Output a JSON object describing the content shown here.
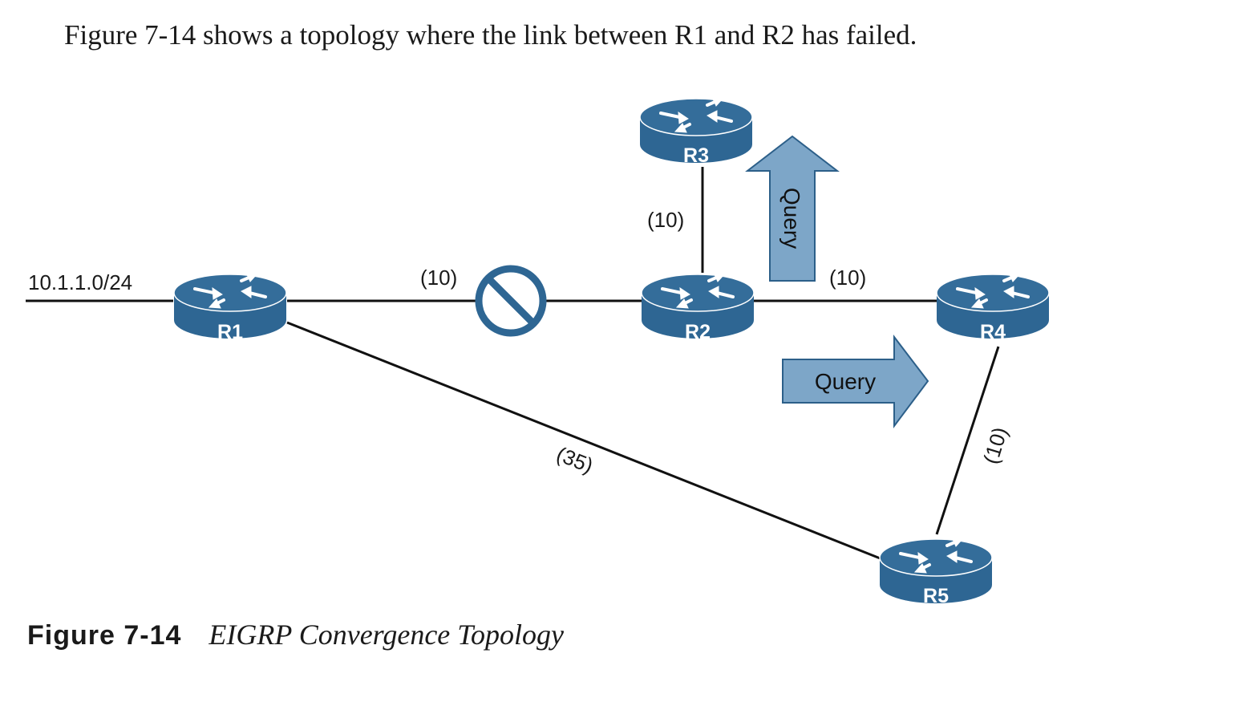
{
  "intro_text": "Figure 7-14 shows a topology where the link between R1 and R2 has failed.",
  "network_label": "10.1.1.0/24",
  "routers": {
    "r1": "R1",
    "r2": "R2",
    "r3": "R3",
    "r4": "R4",
    "r5": "R5"
  },
  "links": {
    "r1_r2": "(10)",
    "r2_r3": "(10)",
    "r2_r4": "(10)",
    "r4_r5": "(10)",
    "r1_r5": "(35)"
  },
  "queries": {
    "up": "Query",
    "right": "Query"
  },
  "caption": {
    "number": "Figure 7-14",
    "title": "EIGRP Convergence Topology"
  },
  "colors": {
    "router_top": "#346d9a",
    "router_body": "#2e6693",
    "query_arrow_fill": "#7da6c8",
    "query_arrow_stroke": "#2c5f89",
    "line": "#111111"
  }
}
